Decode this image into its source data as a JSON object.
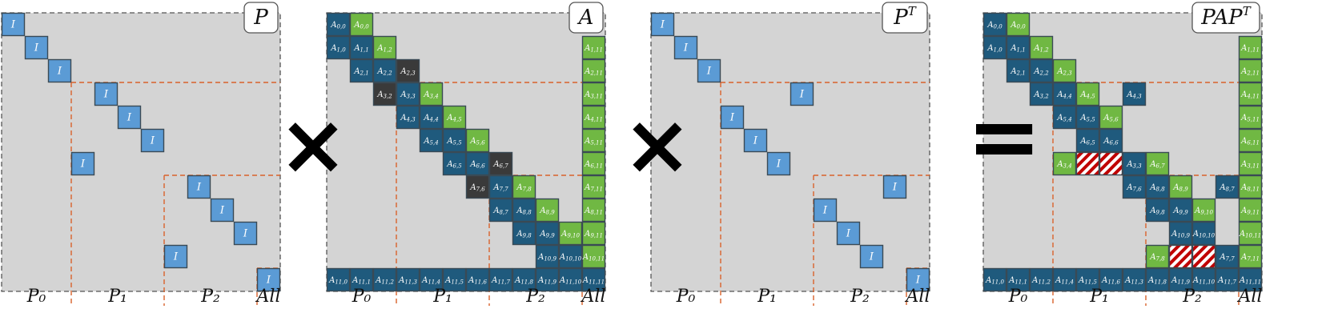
{
  "colors": {
    "background": "#d4d4d4",
    "identity_block": "#5b9bd5",
    "dark_blue_block": "#1f5a7d",
    "green_block": "#70b843",
    "dark_gray_block": "#3a3a3a",
    "hatched_red": "#c00000",
    "partition_line": "#d9622b",
    "border": "#3a4a55"
  },
  "operators": {
    "times_1": "×",
    "times_2": "×",
    "equals": "="
  },
  "panels": [
    {
      "title": "P",
      "title_sup": "",
      "partitions": [
        "P₀",
        "P₁",
        "P₂",
        "All"
      ],
      "cells": [
        {
          "r": 0,
          "c": 0,
          "t": "I",
          "k": "id"
        },
        {
          "r": 1,
          "c": 1,
          "t": "I",
          "k": "id"
        },
        {
          "r": 2,
          "c": 2,
          "t": "I",
          "k": "id"
        },
        {
          "r": 3,
          "c": 4,
          "t": "I",
          "k": "id"
        },
        {
          "r": 4,
          "c": 5,
          "t": "I",
          "k": "id"
        },
        {
          "r": 5,
          "c": 6,
          "t": "I",
          "k": "id"
        },
        {
          "r": 6,
          "c": 3,
          "t": "I",
          "k": "id"
        },
        {
          "r": 7,
          "c": 8,
          "t": "I",
          "k": "id"
        },
        {
          "r": 8,
          "c": 9,
          "t": "I",
          "k": "id"
        },
        {
          "r": 9,
          "c": 10,
          "t": "I",
          "k": "id"
        },
        {
          "r": 10,
          "c": 7,
          "t": "I",
          "k": "id"
        },
        {
          "r": 11,
          "c": 11,
          "t": "I",
          "k": "id"
        }
      ]
    },
    {
      "title": "A",
      "title_sup": "",
      "partitions": [
        "P₀",
        "P₁",
        "P₂",
        "All"
      ],
      "cells": [
        {
          "r": 0,
          "c": 0,
          "t": "A0,0",
          "k": "db"
        },
        {
          "r": 0,
          "c": 1,
          "t": "A0,0",
          "k": "gr"
        },
        {
          "r": 1,
          "c": 0,
          "t": "A1,0",
          "k": "db"
        },
        {
          "r": 1,
          "c": 1,
          "t": "A1,1",
          "k": "db"
        },
        {
          "r": 1,
          "c": 2,
          "t": "A1,2",
          "k": "gr"
        },
        {
          "r": 1,
          "c": 11,
          "t": "A1,11",
          "k": "gr"
        },
        {
          "r": 2,
          "c": 1,
          "t": "A2,1",
          "k": "db"
        },
        {
          "r": 2,
          "c": 2,
          "t": "A2,2",
          "k": "db"
        },
        {
          "r": 2,
          "c": 3,
          "t": "A2,3",
          "k": "dk"
        },
        {
          "r": 2,
          "c": 11,
          "t": "A2,11",
          "k": "gr"
        },
        {
          "r": 3,
          "c": 2,
          "t": "A3,2",
          "k": "dk"
        },
        {
          "r": 3,
          "c": 3,
          "t": "A3,3",
          "k": "db"
        },
        {
          "r": 3,
          "c": 4,
          "t": "A3,4",
          "k": "gr"
        },
        {
          "r": 3,
          "c": 11,
          "t": "A3,11",
          "k": "gr"
        },
        {
          "r": 4,
          "c": 3,
          "t": "A4,3",
          "k": "db"
        },
        {
          "r": 4,
          "c": 4,
          "t": "A4,4",
          "k": "db"
        },
        {
          "r": 4,
          "c": 5,
          "t": "A4,5",
          "k": "gr"
        },
        {
          "r": 4,
          "c": 11,
          "t": "A4,11",
          "k": "gr"
        },
        {
          "r": 5,
          "c": 4,
          "t": "A5,4",
          "k": "db"
        },
        {
          "r": 5,
          "c": 5,
          "t": "A5,5",
          "k": "db"
        },
        {
          "r": 5,
          "c": 6,
          "t": "A5,6",
          "k": "gr"
        },
        {
          "r": 5,
          "c": 11,
          "t": "A5,11",
          "k": "gr"
        },
        {
          "r": 6,
          "c": 5,
          "t": "A6,5",
          "k": "db"
        },
        {
          "r": 6,
          "c": 6,
          "t": "A6,6",
          "k": "db"
        },
        {
          "r": 6,
          "c": 7,
          "t": "A6,7",
          "k": "dk"
        },
        {
          "r": 6,
          "c": 11,
          "t": "A6,11",
          "k": "gr"
        },
        {
          "r": 7,
          "c": 6,
          "t": "A7,6",
          "k": "dk"
        },
        {
          "r": 7,
          "c": 7,
          "t": "A7,7",
          "k": "db"
        },
        {
          "r": 7,
          "c": 8,
          "t": "A7,8",
          "k": "gr"
        },
        {
          "r": 7,
          "c": 11,
          "t": "A7,11",
          "k": "gr"
        },
        {
          "r": 8,
          "c": 7,
          "t": "A8,7",
          "k": "db"
        },
        {
          "r": 8,
          "c": 8,
          "t": "A8,8",
          "k": "db"
        },
        {
          "r": 8,
          "c": 9,
          "t": "A8,9",
          "k": "gr"
        },
        {
          "r": 8,
          "c": 11,
          "t": "A8,11",
          "k": "gr"
        },
        {
          "r": 9,
          "c": 8,
          "t": "A9,8",
          "k": "db"
        },
        {
          "r": 9,
          "c": 9,
          "t": "A9,9",
          "k": "db"
        },
        {
          "r": 9,
          "c": 10,
          "t": "A9,10",
          "k": "gr"
        },
        {
          "r": 9,
          "c": 11,
          "t": "A9,11",
          "k": "gr"
        },
        {
          "r": 10,
          "c": 9,
          "t": "A10,9",
          "k": "db"
        },
        {
          "r": 10,
          "c": 10,
          "t": "A10,10",
          "k": "db"
        },
        {
          "r": 10,
          "c": 11,
          "t": "A10,11",
          "k": "gr"
        },
        {
          "r": 11,
          "c": 0,
          "t": "A11,0",
          "k": "db"
        },
        {
          "r": 11,
          "c": 1,
          "t": "A11,1",
          "k": "db"
        },
        {
          "r": 11,
          "c": 2,
          "t": "A11,2",
          "k": "db"
        },
        {
          "r": 11,
          "c": 3,
          "t": "A11,3",
          "k": "db"
        },
        {
          "r": 11,
          "c": 4,
          "t": "A11,4",
          "k": "db"
        },
        {
          "r": 11,
          "c": 5,
          "t": "A11,5",
          "k": "db"
        },
        {
          "r": 11,
          "c": 6,
          "t": "A11,6",
          "k": "db"
        },
        {
          "r": 11,
          "c": 7,
          "t": "A11,7",
          "k": "db"
        },
        {
          "r": 11,
          "c": 8,
          "t": "A11,8",
          "k": "db"
        },
        {
          "r": 11,
          "c": 9,
          "t": "A11,9",
          "k": "db"
        },
        {
          "r": 11,
          "c": 10,
          "t": "A11,10",
          "k": "db"
        },
        {
          "r": 11,
          "c": 11,
          "t": "A11,11",
          "k": "db"
        }
      ]
    },
    {
      "title": "P",
      "title_sup": "T",
      "partitions": [
        "P₀",
        "P₁",
        "P₂",
        "All"
      ],
      "cells": [
        {
          "r": 0,
          "c": 0,
          "t": "I",
          "k": "id"
        },
        {
          "r": 1,
          "c": 1,
          "t": "I",
          "k": "id"
        },
        {
          "r": 2,
          "c": 2,
          "t": "I",
          "k": "id"
        },
        {
          "r": 3,
          "c": 6,
          "t": "I",
          "k": "id"
        },
        {
          "r": 4,
          "c": 3,
          "t": "I",
          "k": "id"
        },
        {
          "r": 5,
          "c": 4,
          "t": "I",
          "k": "id"
        },
        {
          "r": 6,
          "c": 5,
          "t": "I",
          "k": "id"
        },
        {
          "r": 7,
          "c": 10,
          "t": "I",
          "k": "id"
        },
        {
          "r": 8,
          "c": 7,
          "t": "I",
          "k": "id"
        },
        {
          "r": 9,
          "c": 8,
          "t": "I",
          "k": "id"
        },
        {
          "r": 10,
          "c": 9,
          "t": "I",
          "k": "id"
        },
        {
          "r": 11,
          "c": 11,
          "t": "I",
          "k": "id"
        }
      ]
    },
    {
      "title": "PAP",
      "title_sup": "T",
      "partitions": [
        "P₀",
        "P₁",
        "P₂",
        "All"
      ],
      "cells": [
        {
          "r": 0,
          "c": 0,
          "t": "A0,0",
          "k": "db"
        },
        {
          "r": 0,
          "c": 1,
          "t": "A0,0",
          "k": "gr"
        },
        {
          "r": 1,
          "c": 0,
          "t": "A1,0",
          "k": "db"
        },
        {
          "r": 1,
          "c": 1,
          "t": "A1,1",
          "k": "db"
        },
        {
          "r": 1,
          "c": 2,
          "t": "A1,2",
          "k": "gr"
        },
        {
          "r": 1,
          "c": 11,
          "t": "A1,11",
          "k": "gr"
        },
        {
          "r": 2,
          "c": 1,
          "t": "A2,1",
          "k": "db"
        },
        {
          "r": 2,
          "c": 2,
          "t": "A2,2",
          "k": "db"
        },
        {
          "r": 2,
          "c": 3,
          "t": "A2,3",
          "k": "gr"
        },
        {
          "r": 2,
          "c": 11,
          "t": "A2,11",
          "k": "gr"
        },
        {
          "r": 3,
          "c": 2,
          "t": "A3,2",
          "k": "db"
        },
        {
          "r": 3,
          "c": 3,
          "t": "A4,4",
          "k": "db"
        },
        {
          "r": 3,
          "c": 4,
          "t": "A4,5",
          "k": "gr"
        },
        {
          "r": 3,
          "c": 6,
          "t": "A4,3",
          "k": "db"
        },
        {
          "r": 3,
          "c": 11,
          "t": "A4,11",
          "k": "gr"
        },
        {
          "r": 4,
          "c": 3,
          "t": "A5,4",
          "k": "db"
        },
        {
          "r": 4,
          "c": 4,
          "t": "A5,5",
          "k": "db"
        },
        {
          "r": 4,
          "c": 5,
          "t": "A5,6",
          "k": "gr"
        },
        {
          "r": 4,
          "c": 11,
          "t": "A5,11",
          "k": "gr"
        },
        {
          "r": 5,
          "c": 4,
          "t": "A6,5",
          "k": "db"
        },
        {
          "r": 5,
          "c": 5,
          "t": "A6,6",
          "k": "db"
        },
        {
          "r": 5,
          "c": 11,
          "t": "A6,11",
          "k": "gr"
        },
        {
          "r": 6,
          "c": 3,
          "t": "A3,4",
          "k": "gr"
        },
        {
          "r": 6,
          "c": 4,
          "t": "",
          "k": "hatch"
        },
        {
          "r": 6,
          "c": 5,
          "t": "",
          "k": "hatch"
        },
        {
          "r": 6,
          "c": 6,
          "t": "A3,3",
          "k": "db"
        },
        {
          "r": 6,
          "c": 7,
          "t": "A6,7",
          "k": "gr"
        },
        {
          "r": 6,
          "c": 11,
          "t": "A3,11",
          "k": "gr"
        },
        {
          "r": 7,
          "c": 6,
          "t": "A7,6",
          "k": "db"
        },
        {
          "r": 7,
          "c": 7,
          "t": "A8,8",
          "k": "db"
        },
        {
          "r": 7,
          "c": 8,
          "t": "A8,9",
          "k": "gr"
        },
        {
          "r": 7,
          "c": 10,
          "t": "A8,7",
          "k": "db"
        },
        {
          "r": 7,
          "c": 11,
          "t": "A8,11",
          "k": "gr"
        },
        {
          "r": 8,
          "c": 7,
          "t": "A9,8",
          "k": "db"
        },
        {
          "r": 8,
          "c": 8,
          "t": "A9,9",
          "k": "db"
        },
        {
          "r": 8,
          "c": 9,
          "t": "A9,10",
          "k": "gr"
        },
        {
          "r": 8,
          "c": 11,
          "t": "A9,11",
          "k": "gr"
        },
        {
          "r": 9,
          "c": 8,
          "t": "A10,9",
          "k": "db"
        },
        {
          "r": 9,
          "c": 9,
          "t": "A10,10",
          "k": "db"
        },
        {
          "r": 9,
          "c": 11,
          "t": "A10,11",
          "k": "gr"
        },
        {
          "r": 10,
          "c": 7,
          "t": "A7,8",
          "k": "gr"
        },
        {
          "r": 10,
          "c": 8,
          "t": "",
          "k": "hatch"
        },
        {
          "r": 10,
          "c": 9,
          "t": "",
          "k": "hatch"
        },
        {
          "r": 10,
          "c": 10,
          "t": "A7,7",
          "k": "db"
        },
        {
          "r": 10,
          "c": 11,
          "t": "A7,11",
          "k": "gr"
        },
        {
          "r": 11,
          "c": 0,
          "t": "A11,0",
          "k": "db"
        },
        {
          "r": 11,
          "c": 1,
          "t": "A11,1",
          "k": "db"
        },
        {
          "r": 11,
          "c": 2,
          "t": "A11,2",
          "k": "db"
        },
        {
          "r": 11,
          "c": 3,
          "t": "A11,4",
          "k": "db"
        },
        {
          "r": 11,
          "c": 4,
          "t": "A11,5",
          "k": "db"
        },
        {
          "r": 11,
          "c": 5,
          "t": "A11,6",
          "k": "db"
        },
        {
          "r": 11,
          "c": 6,
          "t": "A11,3",
          "k": "db"
        },
        {
          "r": 11,
          "c": 7,
          "t": "A11,8",
          "k": "db"
        },
        {
          "r": 11,
          "c": 8,
          "t": "A11,9",
          "k": "db"
        },
        {
          "r": 11,
          "c": 9,
          "t": "A11,10",
          "k": "db"
        },
        {
          "r": 11,
          "c": 10,
          "t": "A11,7",
          "k": "db"
        },
        {
          "r": 11,
          "c": 11,
          "t": "A11,11",
          "k": "db"
        }
      ]
    }
  ]
}
